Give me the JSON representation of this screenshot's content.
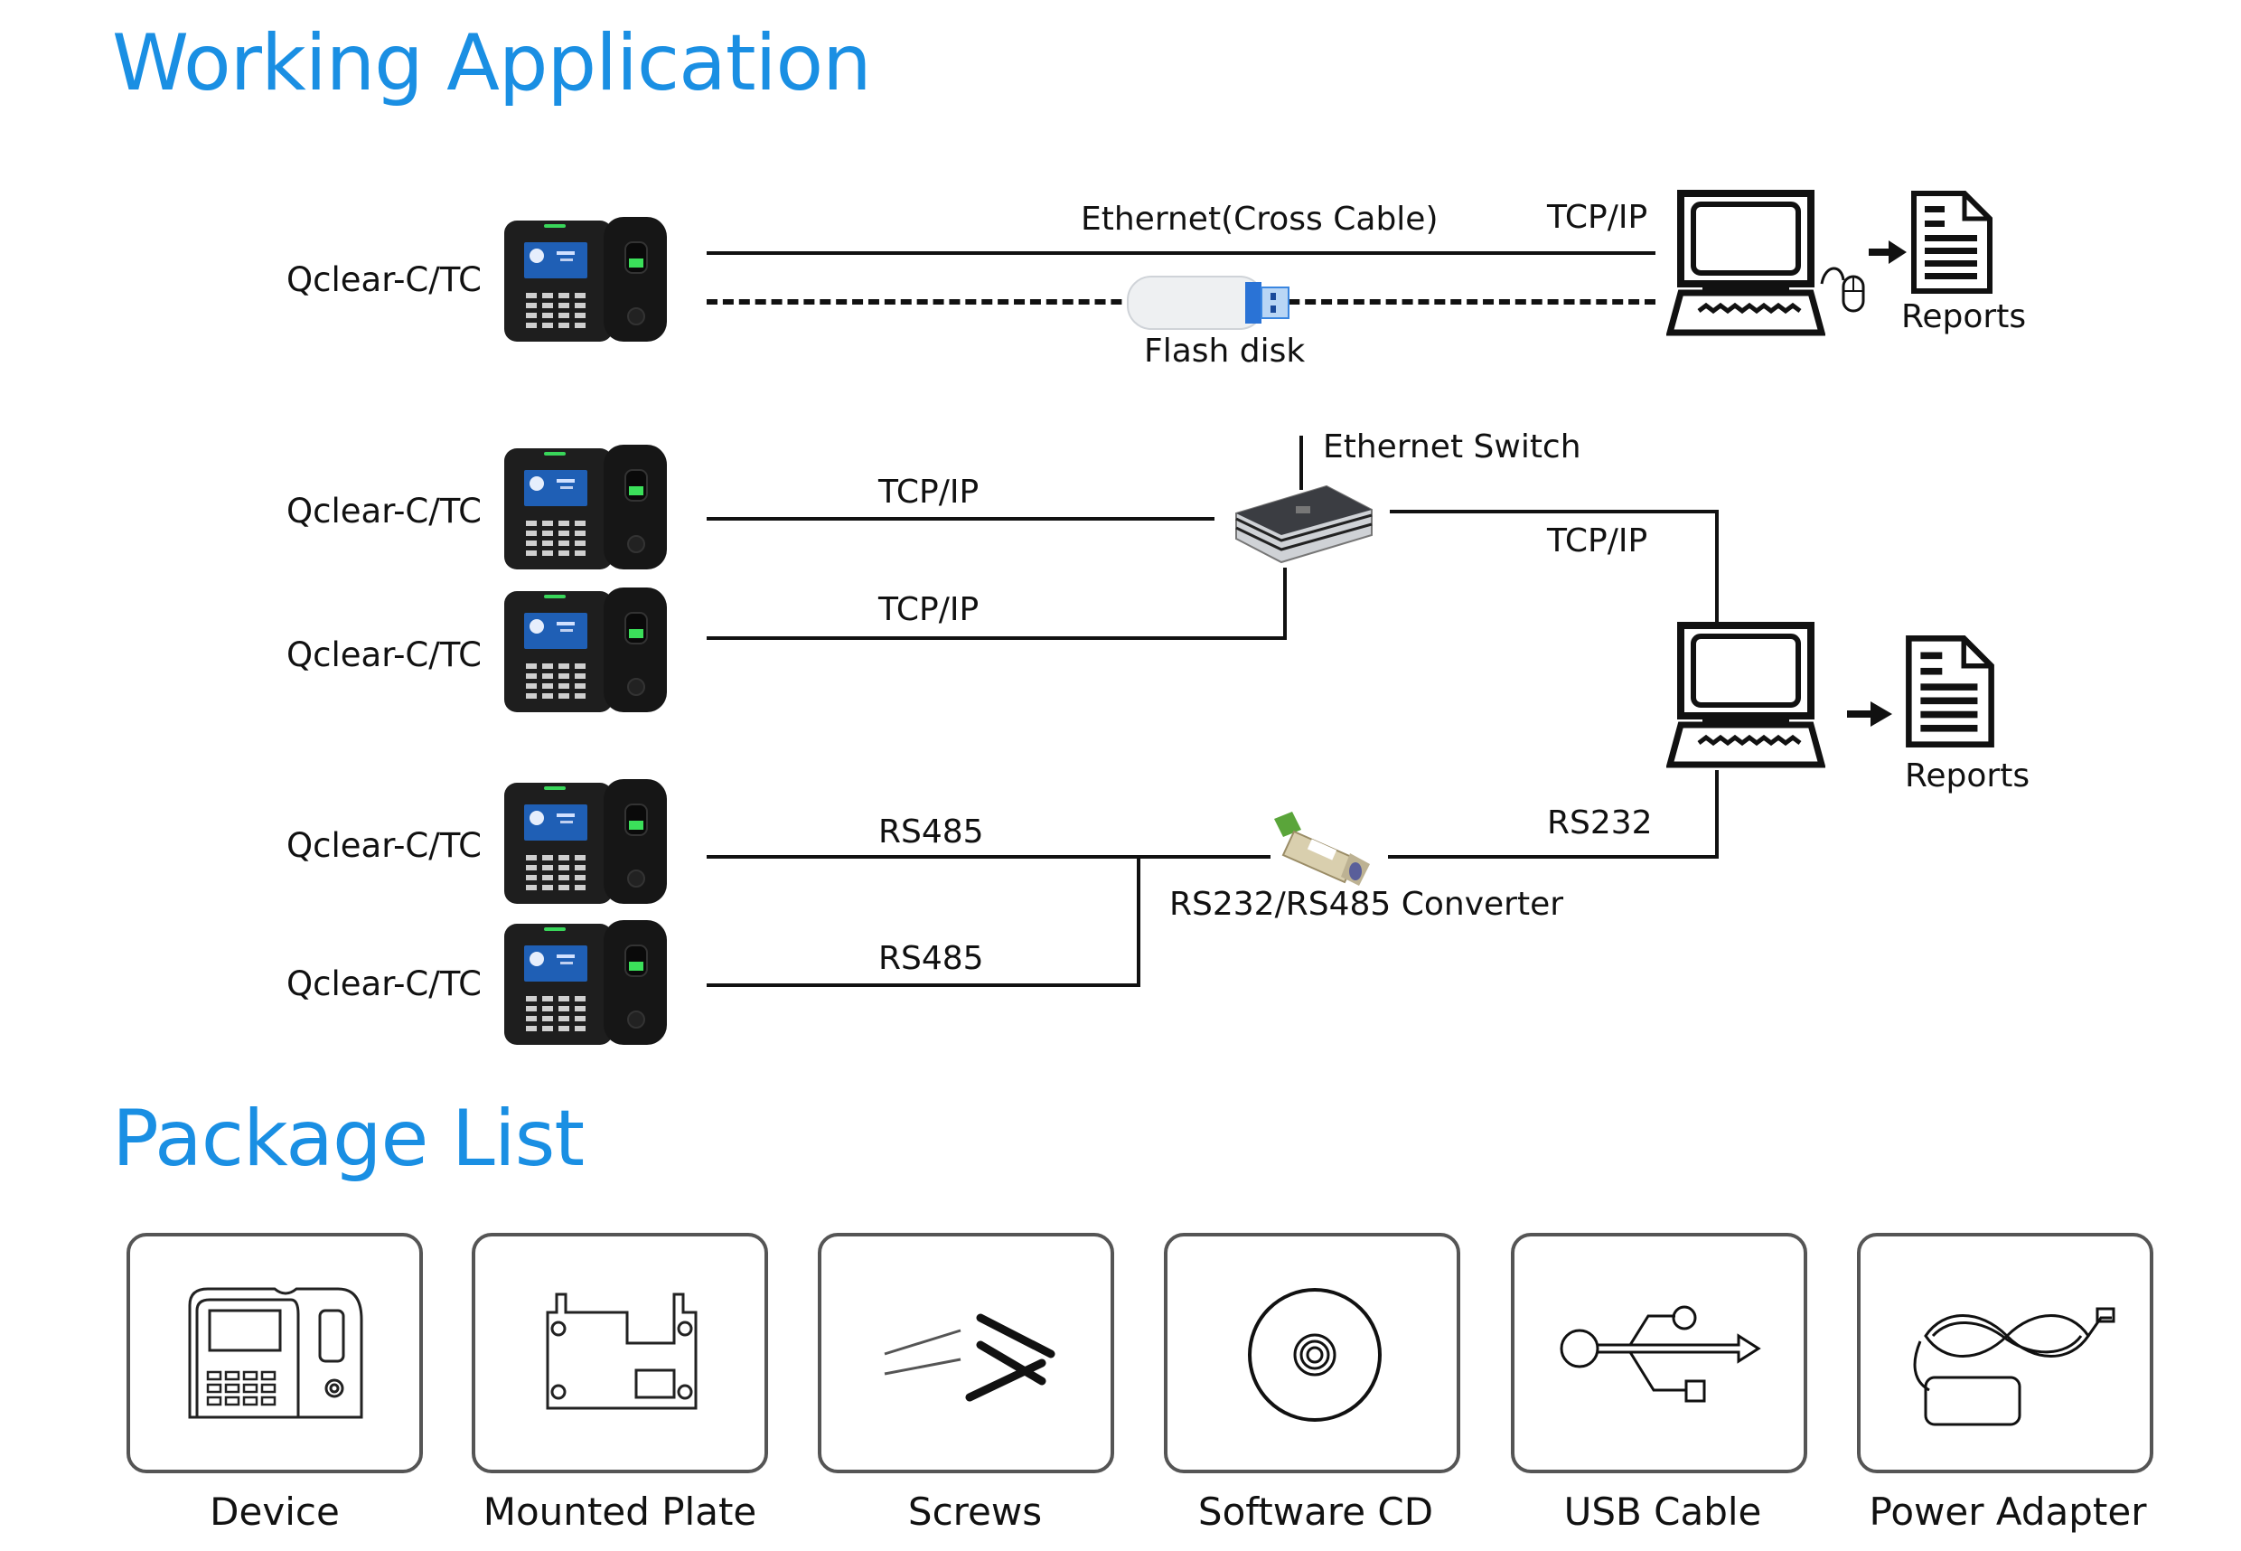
{
  "working_application": {
    "title": "Working Application",
    "device_label": "Qclear-C/TC",
    "devices": [
      {
        "label": "Qclear-C/TC"
      },
      {
        "label": "Qclear-C/TC"
      },
      {
        "label": "Qclear-C/TC"
      },
      {
        "label": "Qclear-C/TC"
      },
      {
        "label": "Qclear-C/TC"
      }
    ],
    "row1": {
      "ethernet_label": "Ethernet(Cross Cable)",
      "tcpip_label": "TCP/IP",
      "flash_disk_label": "Flash disk",
      "reports_label": "Reports"
    },
    "row2": {
      "tcpip_label_a": "TCP/IP",
      "tcpip_label_b": "TCP/IP",
      "switch_label": "Ethernet Switch",
      "switch_to_pc_label": "TCP/IP",
      "reports_label": "Reports"
    },
    "row3": {
      "rs485_label_a": "RS485",
      "rs485_label_b": "RS485",
      "rs232_label": "RS232",
      "converter_label": "RS232/RS485 Converter"
    }
  },
  "package_list": {
    "title": "Package List",
    "items": [
      {
        "label": "Device",
        "icon": "device-icon"
      },
      {
        "label": "Mounted Plate",
        "icon": "mounting-plate-icon"
      },
      {
        "label": "Screws",
        "icon": "screws-icon"
      },
      {
        "label": "Software CD",
        "icon": "cd-icon"
      },
      {
        "label": "USB Cable",
        "icon": "usb-icon"
      },
      {
        "label": "Power Adapter",
        "icon": "power-adapter-icon"
      }
    ]
  },
  "colors": {
    "title_blue": "#1a8fe3",
    "device_body": "#1c1c1c",
    "device_screen": "#1f5fb5",
    "fingerprint_green": "#3be05a",
    "box_border": "#555555"
  }
}
